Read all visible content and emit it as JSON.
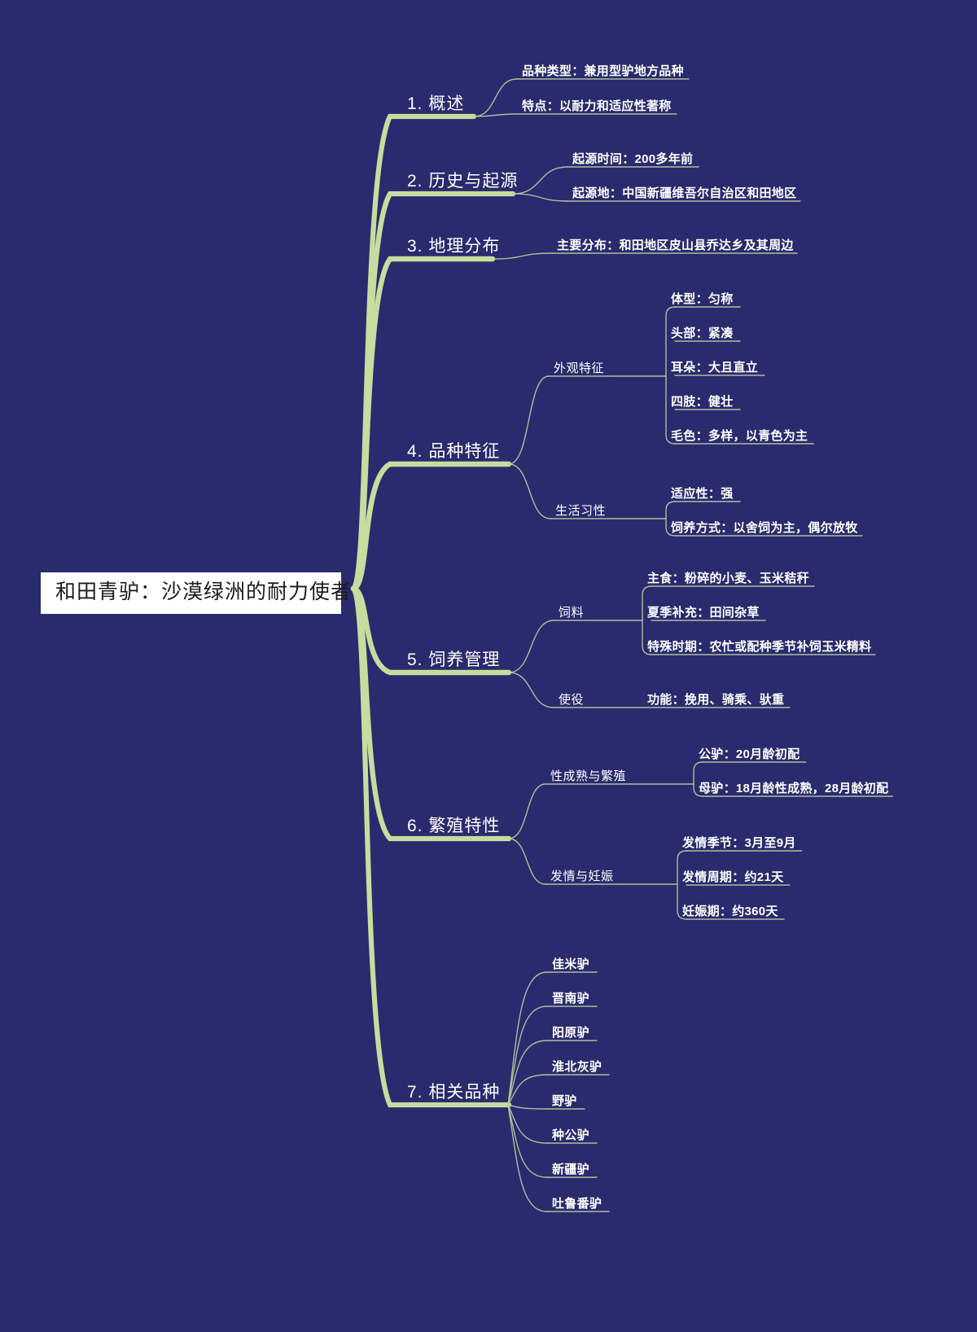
{
  "theme": {
    "background": "#2a2a6e",
    "branch_color": "#c5dd9e",
    "sub_branch_color": "#b9cfa0",
    "text_color": "#ffffff",
    "root_bg": "#ffffff",
    "root_text": "#1a1a1a"
  },
  "root": {
    "label": "和田青驴：沙漠绿洲的耐力使者"
  },
  "branches": [
    {
      "label": "1. 概述",
      "children": [
        {
          "label": "品种类型：兼用型驴地方品种"
        },
        {
          "label": "特点：以耐力和适应性著称"
        }
      ]
    },
    {
      "label": "2. 历史与起源",
      "children": [
        {
          "label": "起源时间：200多年前"
        },
        {
          "label": "起源地：中国新疆维吾尔自治区和田地区"
        }
      ]
    },
    {
      "label": "3. 地理分布",
      "children": [
        {
          "label": "主要分布：和田地区皮山县乔达乡及其周边"
        }
      ]
    },
    {
      "label": "4. 品种特征",
      "children": [
        {
          "label": "外观特征",
          "children": [
            {
              "label": "体型：匀称"
            },
            {
              "label": "头部：紧凑"
            },
            {
              "label": "耳朵：大且直立"
            },
            {
              "label": "四肢：健壮"
            },
            {
              "label": "毛色：多样，以青色为主"
            }
          ]
        },
        {
          "label": "生活习性",
          "children": [
            {
              "label": "适应性：强"
            },
            {
              "label": "饲养方式：以舍饲为主，偶尔放牧"
            }
          ]
        }
      ]
    },
    {
      "label": "5. 饲养管理",
      "children": [
        {
          "label": "饲料",
          "children": [
            {
              "label": "主食：粉碎的小麦、玉米秸秆"
            },
            {
              "label": "夏季补充：田间杂草"
            },
            {
              "label": "特殊时期：农忙或配种季节补饲玉米精料"
            }
          ]
        },
        {
          "label": "使役",
          "children": [
            {
              "label": "功能：挽用、骑乘、驮重"
            }
          ]
        }
      ]
    },
    {
      "label": "6. 繁殖特性",
      "children": [
        {
          "label": "性成熟与繁殖",
          "children": [
            {
              "label": "公驴：20月龄初配"
            },
            {
              "label": "母驴：18月龄性成熟，28月龄初配"
            }
          ]
        },
        {
          "label": "发情与妊娠",
          "children": [
            {
              "label": "发情季节：3月至9月"
            },
            {
              "label": "发情周期：约21天"
            },
            {
              "label": "妊娠期：约360天"
            }
          ]
        }
      ]
    },
    {
      "label": "7. 相关品种",
      "children": [
        {
          "label": "佳米驴"
        },
        {
          "label": "晋南驴"
        },
        {
          "label": "阳原驴"
        },
        {
          "label": "淮北灰驴"
        },
        {
          "label": "野驴"
        },
        {
          "label": "种公驴"
        },
        {
          "label": "新疆驴"
        },
        {
          "label": "吐鲁番驴"
        }
      ]
    }
  ]
}
